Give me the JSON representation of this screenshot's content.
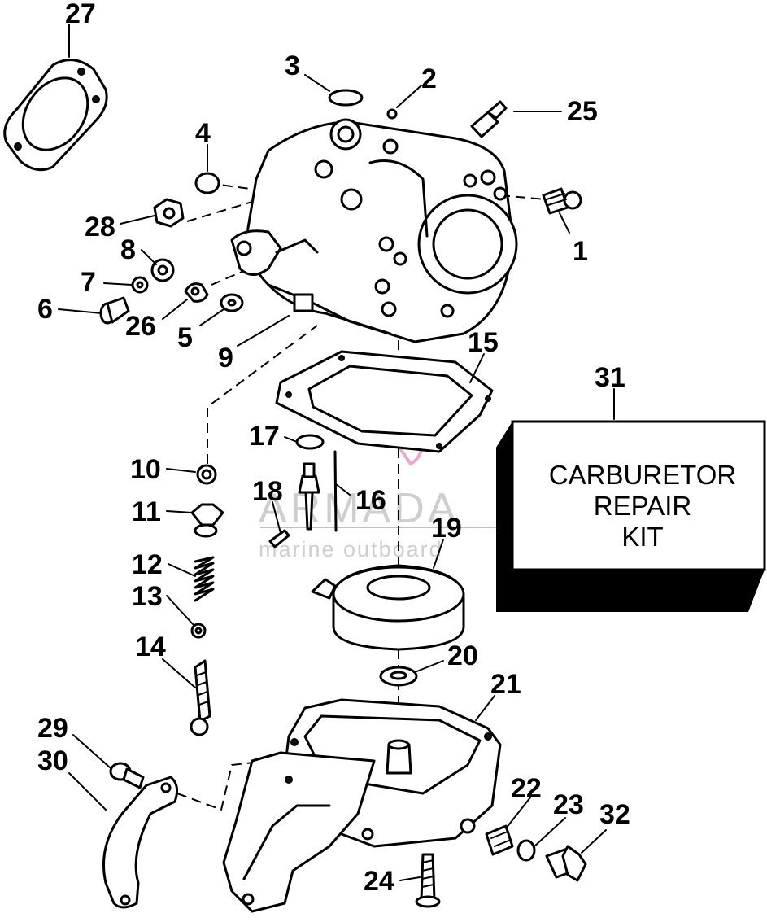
{
  "callouts": [
    "1",
    "2",
    "3",
    "4",
    "5",
    "6",
    "7",
    "8",
    "9",
    "10",
    "11",
    "12",
    "13",
    "14",
    "15",
    "16",
    "17",
    "18",
    "19",
    "20",
    "21",
    "22",
    "23",
    "24",
    "25",
    "26",
    "27",
    "28",
    "29",
    "30",
    "31",
    "32"
  ],
  "kit_label": [
    "CARBURETOR",
    "REPAIR",
    "KIT"
  ],
  "watermark": {
    "name": "ARMADA",
    "tagline": "marine outboard"
  },
  "colors": {
    "line": "#000000",
    "background": "#ffffff",
    "logo_pink": "#e8a0c8",
    "watermark_gray": "#c9c9cc"
  }
}
